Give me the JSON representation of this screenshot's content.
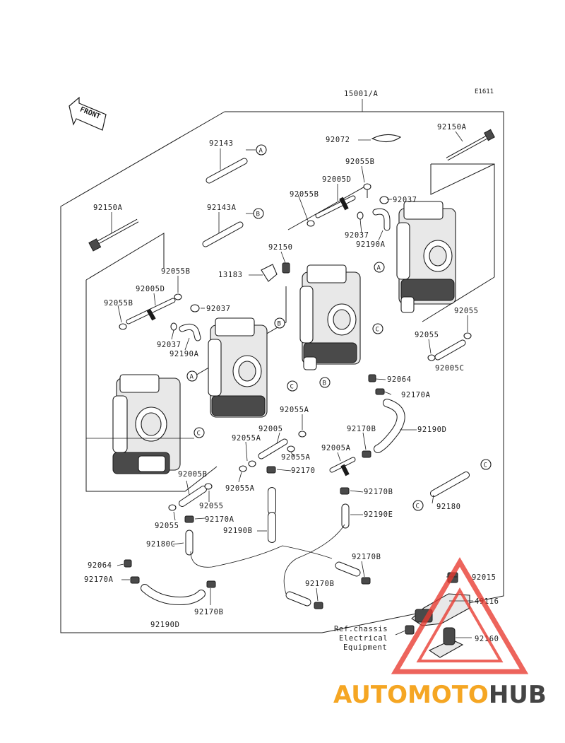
{
  "diagram": {
    "top_ref": "E1611",
    "assembly_label": "15001/A",
    "front_label": "FRONT",
    "callout_letters": [
      "A",
      "B",
      "C"
    ],
    "ref_note": [
      "Ref.chassis",
      "Electrical",
      "Equipment"
    ]
  },
  "parts": [
    "92143",
    "92072",
    "92150A",
    "92055B",
    "92005D",
    "92055B",
    "92037",
    "92037",
    "92190A",
    "92150A",
    "92143A",
    "92150",
    "13183",
    "92055B",
    "92005D",
    "92037",
    "92055B",
    "92037",
    "92190A",
    "92055",
    "92055",
    "92005C",
    "92064",
    "92170A",
    "92055A",
    "92005",
    "92055A",
    "92055A",
    "92170",
    "92055A",
    "92170B",
    "92190D",
    "92005A",
    "92170B",
    "92005B",
    "92055",
    "92055",
    "92170A",
    "92190B",
    "92190E",
    "92180C",
    "92180",
    "92064",
    "92170B",
    "92170A",
    "92170B",
    "92015",
    "49116",
    "92170B",
    "92190D",
    "92160"
  ],
  "watermark": {
    "text_part1": "AUTOMOTO",
    "text_part2": "HUB",
    "color_red": "#e8392f",
    "color_orange": "#f5a623",
    "color_gray": "#444444"
  }
}
